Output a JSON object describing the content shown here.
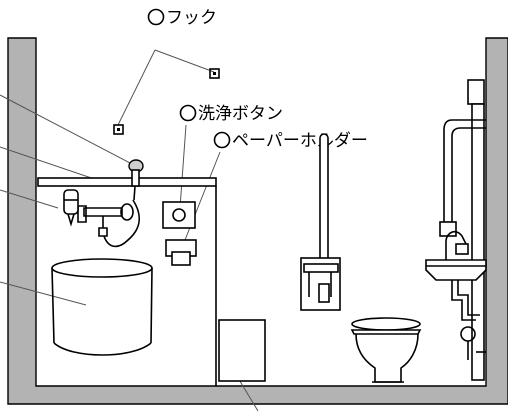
{
  "labels": {
    "hook": "フック",
    "flush_button": "洗浄ボタン",
    "paper_holder": "ペーパーホルダー"
  },
  "colors": {
    "wall": "#b3b3b3",
    "line": "#000000",
    "background": "#ffffff"
  }
}
